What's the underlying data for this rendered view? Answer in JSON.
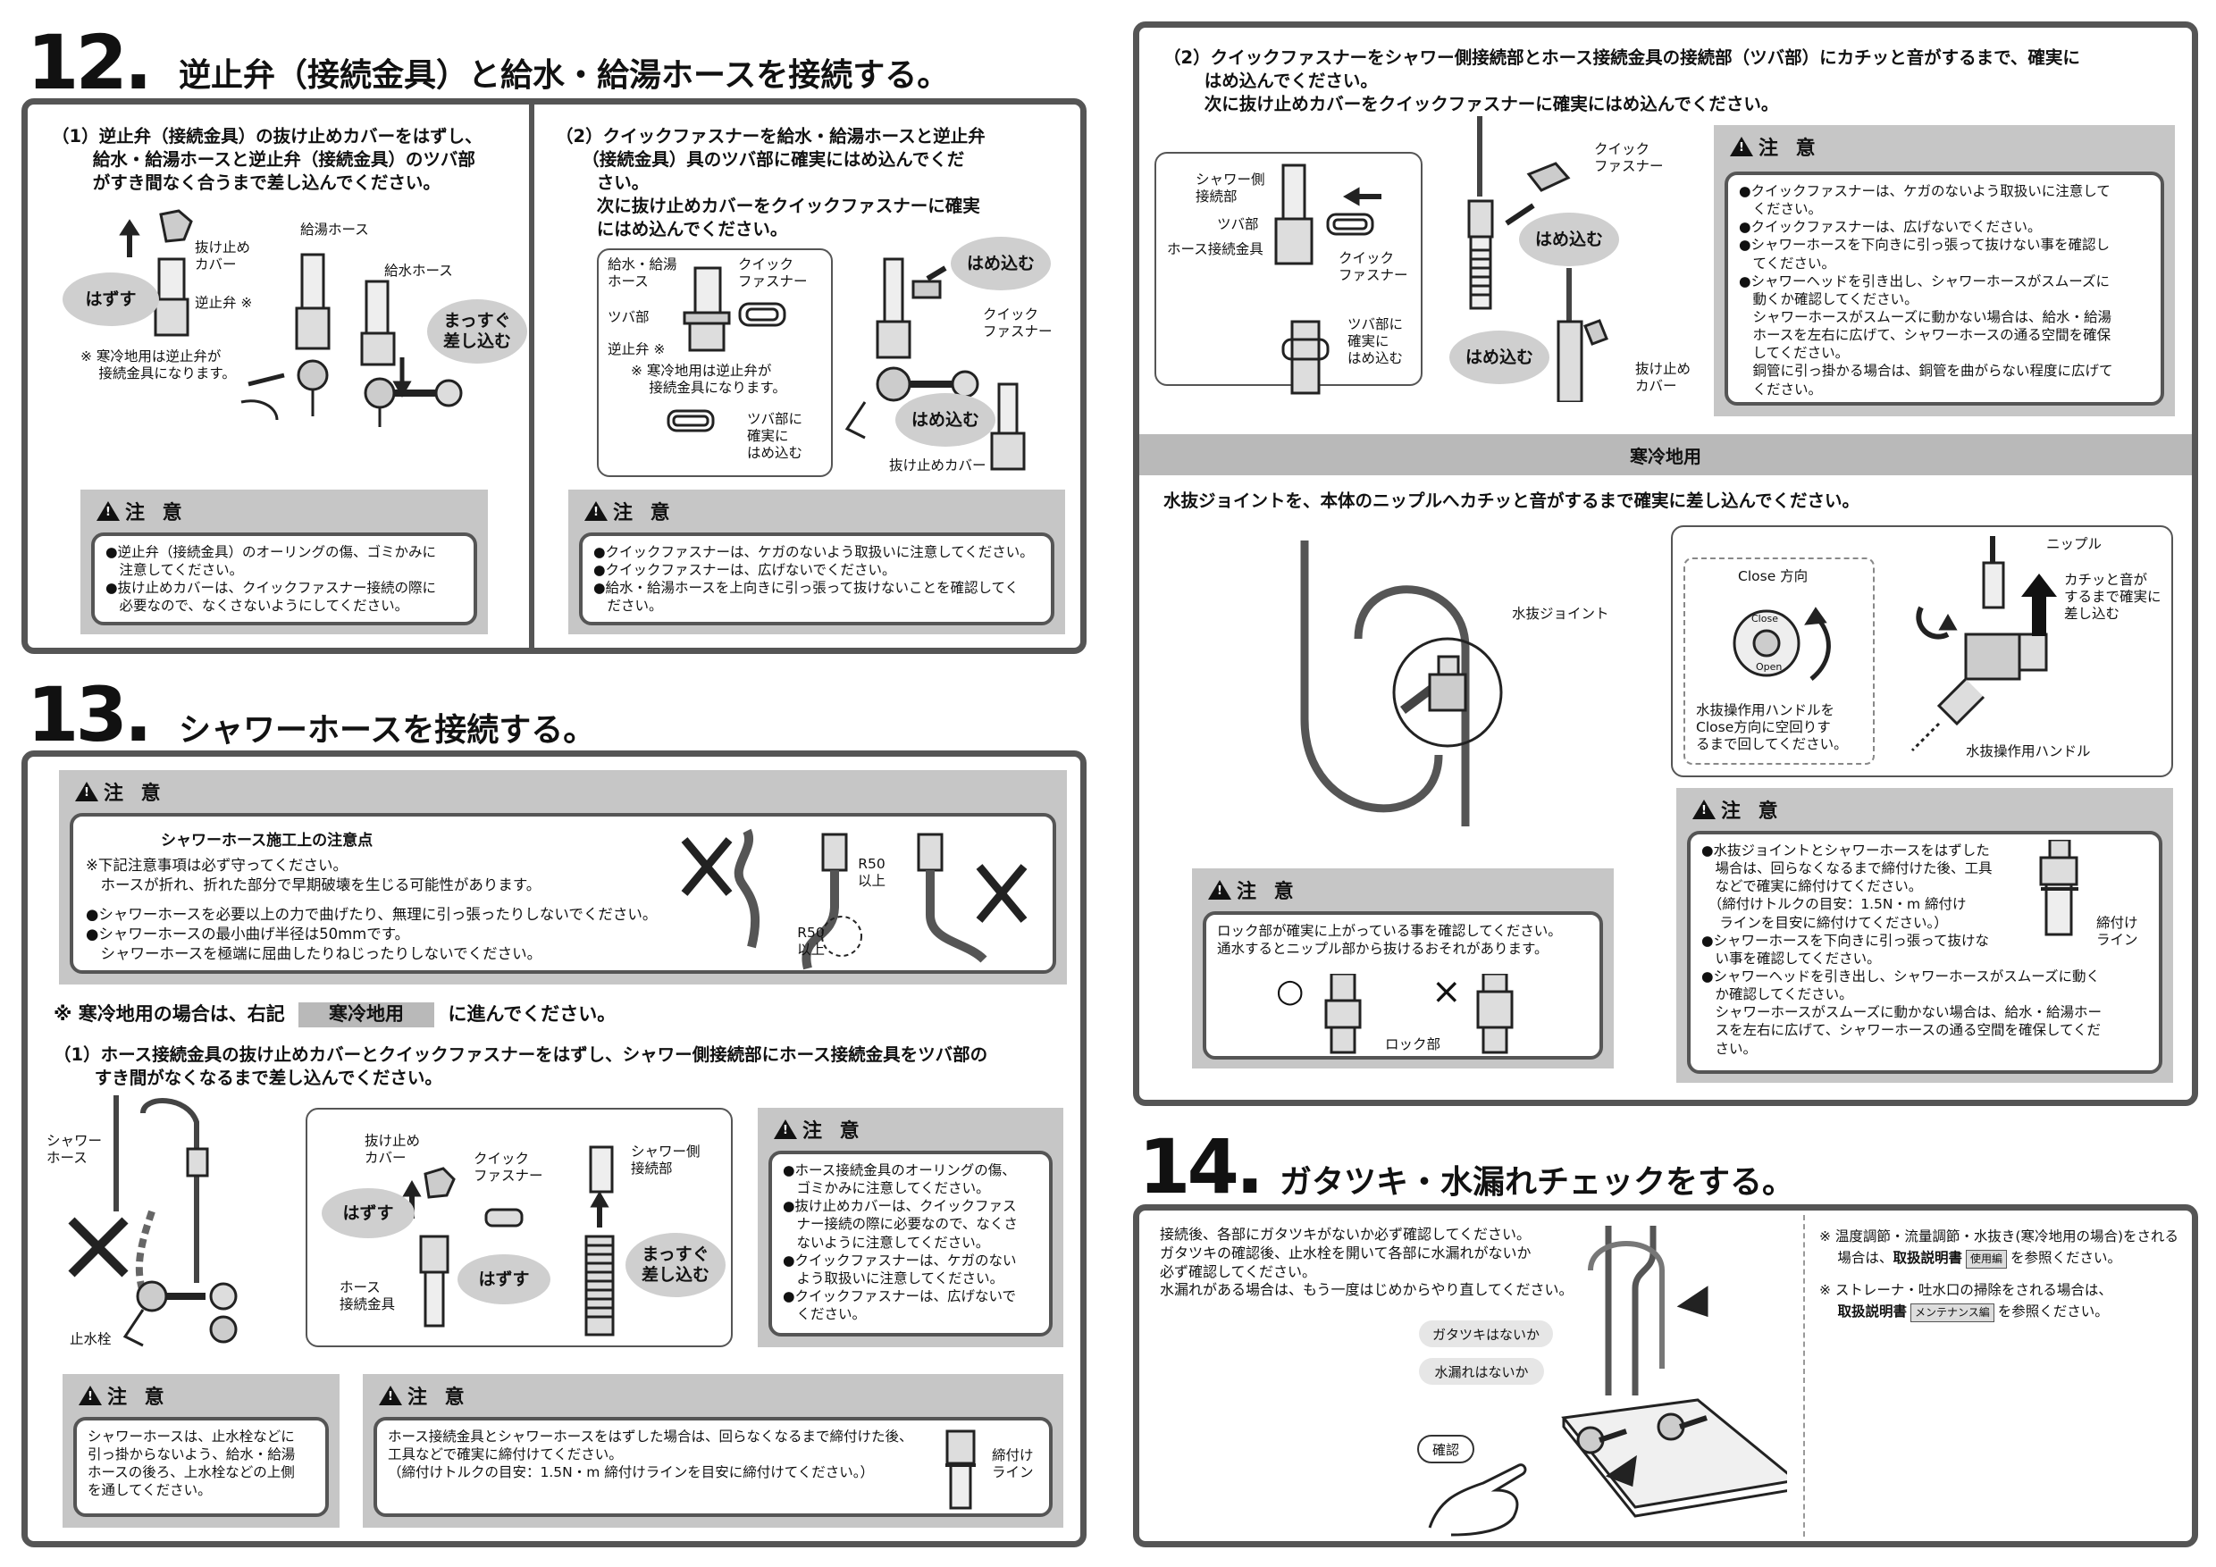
{
  "step12": {
    "number": "12",
    "title": "逆止弁（接続金具）と給水・給湯ホースを接続する。",
    "sub1": "（1）逆止弁（接続金具）の抜け止めカバーをはずし、\n　　 給水・給湯ホースと逆止弁（接続金具）のツバ部\n　　 がすき間なく合うまで差し込んでください。",
    "sub1_labels": {
      "cover": "抜け止め\nカバー",
      "valve": "逆止弁 ※",
      "hot": "給湯ホース",
      "cold": "給水ホース",
      "remove": "はずす",
      "insert": "まっすぐ\n差し込む",
      "note": "※ 寒冷地用は逆止弁が\n　 接続金具になります。"
    },
    "sub2": "（2）クイックファスナーを給水・給湯ホースと逆止弁\n　　（接続金具）具のツバ部に確実にはめ込んでくだ\n　　 さい。\n　　 次に抜け止めカバーをクイックファスナーに確実\n　　 にはめ込んでください。",
    "sub2_labels": {
      "hose": "給水・給湯\nホース",
      "tsuba": "ツバ部",
      "valve": "逆止弁 ※",
      "qf": "クイック\nファスナー",
      "note": "※ 寒冷地用は逆止弁が\n　 接続金具になります。",
      "fit": "ツバ部に\n確実に\nはめ込む",
      "hamekomu1": "はめ込む",
      "hamekomu2": "はめ込む",
      "qf2": "クイック\nファスナー",
      "cover": "抜け止めカバー"
    },
    "caution_label": "注 意",
    "caution1": [
      "●逆止弁（接続金具）のオーリングの傷、ゴミかみに\n　注意してください。",
      "●抜け止めカバーは、クイックファスナー接続の際に\n　必要なので、なくさないようにしてください。"
    ],
    "caution2": [
      "●クイックファスナーは、ケガのないよう取扱いに注意してください。",
      "●クイックファスナーは、広げないでください。",
      "●給水・給湯ホースを上向きに引っ張って抜けないことを確認してく\n　ださい。"
    ]
  },
  "step13": {
    "number": "13",
    "title": "シャワーホースを接続する。",
    "caution_label": "注 意",
    "caution_title": "シャワーホース施工上の注意点",
    "caution_lines": [
      "※下記注意事項は必ず守ってください。",
      "　ホースが折れ、折れた部分で早期破壊を生じる可能性があります。",
      "●シャワーホースを必要以上の力で曲げたり、無理に引っ張ったりしないでください。",
      "●シャワーホースの最小曲げ半径は50mmです。",
      "　シャワーホースを極端に屈曲したりねじったりしないでください。"
    ],
    "r50a": "R50\n以上",
    "r50b": "R50\n以上",
    "cold_note_pre": "※ 寒冷地用の場合は、右記",
    "cold_note_tag": "寒冷地用",
    "cold_note_post": "に進んでください。",
    "sub1": "（1）ホース接続金具の抜け止めカバーとクイックファスナーをはずし、シャワー側接続部にホース接続金具をツバ部の\n　　 すき間がなくなるまで差し込んでください。",
    "labels": {
      "shower_hose": "シャワー\nホース",
      "stop_valve": "止水栓",
      "cover": "抜け止め\nカバー",
      "qf": "クイック\nファスナー",
      "remove1": "はずす",
      "remove2": "はずす",
      "fitting": "ホース\n接続金具",
      "shower_side": "シャワー側\n接続部",
      "insert": "まっすぐ\n差し込む"
    },
    "caution_b": [
      "●ホース接続金具のオーリングの傷、\n　ゴミかみに注意してください。",
      "●抜け止めカバーは、クイックファス\n　ナー接続の際に必要なので、なくさ\n　ないように注意してください。",
      "●クイックファスナーは、ケガのない\n　よう取扱いに注意してください。",
      "●クイックファスナーは、広げないで\n　ください。"
    ],
    "caution_c": "シャワーホースは、止水栓などに\n引っ掛からないよう、給水・給湯\nホースの後ろ、上水栓などの上側\nを通してください。",
    "caution_d": "ホース接続金具とシャワーホースをはずした場合は、回らなくなるまで締付けた後、\n工具などで確実に締付けてください。\n（締付けトルクの目安：1.5N・m 締付けラインを目安に締付けてください。）",
    "tighten": "締付け\nライン"
  },
  "right_top": {
    "sub2": "（2）クイックファスナーをシャワー側接続部とホース接続金具の接続部（ツバ部）にカチッと音がするまで、確実に\n　　 はめ込んでください。\n　　 次に抜け止めカバーをクイックファスナーに確実にはめ込んでください。",
    "labels": {
      "shower_side": "シャワー側\n接続部",
      "tsuba": "ツバ部",
      "fitting": "ホース接続金具",
      "qf": "クイック\nファスナー",
      "fit": "ツバ部に\n確実に\nはめ込む",
      "qf2": "クイック\nファスナー",
      "hamekomu1": "はめ込む",
      "hamekomu2": "はめ込む",
      "cover": "抜け止め\nカバー"
    },
    "caution_label": "注 意",
    "caution": [
      "●クイックファスナーは、ケガのないよう取扱いに注意して\n　ください。",
      "●クイックファスナーは、広げないでください。",
      "●シャワーホースを下向きに引っ張って抜けない事を確認し\n　てください。",
      "●シャワーヘッドを引き出し、シャワーホースがスムーズに\n　動くか確認してください。\n　シャワーホースがスムーズに動かない場合は、給水・給湯\n　ホースを左右に広げて、シャワーホースの通る空間を確保\n　してください。\n　銅管に引っ掛かる場合は、銅管を曲がらない程度に広げて\n　ください。"
    ]
  },
  "cold_region": {
    "band": "寒冷地用",
    "instruction": "水抜ジョイントを、本体のニップルへカチッと音がするまで確実に差し込んでください。",
    "labels": {
      "joint": "水抜ジョイント",
      "nipple": "ニップル",
      "close_dir": "Close 方向",
      "click": "カチッと音が\nするまで確実に\n差し込む",
      "handle_note": "水抜操作用ハンドルを\nClose方向に空回りす\nるまで回してください。",
      "handle": "水抜操作用ハンドル",
      "dial_top": "Close",
      "dial_bottom": "Open",
      "lock": "ロック部",
      "ok": "○",
      "ng": "×"
    },
    "caution_label": "注 意",
    "caution_lock": "ロック部が確実に上がっている事を確認してください。\n通水するとニップル部から抜けるおそれがあります。",
    "caution_right": [
      "●水抜ジョイントとシャワーホースをはずした\n　場合は、回らなくなるまで締付けた後、工具\n　などで確実に締付けてください。\n　（締付けトルクの目安：1.5N・m 締付け\n　 ラインを目安に締付けてください。）",
      "●シャワーホースを下向きに引っ張って抜けな\n　い事を確認してください。",
      "●シャワーヘッドを引き出し、シャワーホースがスムーズに動く\n　か確認してください。\n　シャワーホースがスムーズに動かない場合は、給水・給湯ホー\n　スを左右に広げて、シャワーホースの通る空間を確保してくだ\n　さい。"
    ],
    "tighten": "締付け\nライン"
  },
  "step14": {
    "number": "14",
    "title": "ガタツキ・水漏れチェックをする。",
    "body": "接続後、各部にガタツキがないか必ず確認してください。\nガタツキの確認後、止水栓を開いて各部に水漏れがないか\n必ず確認してください。\n水漏れがある場合は、もう一度はじめからやり直してください。",
    "bubble1": "ガタツキはないか",
    "bubble2": "水漏れはないか",
    "confirm": "確認",
    "note1_pre": "※ 温度調節・流量調節・水抜き(寒冷地用の場合)をされる\n　 場合は、",
    "note1_bold": "取扱説明書",
    "note1_tag": "使用編",
    "note1_post": "を参照ください。",
    "note2_pre": "※ ストレーナ・吐水口の掃除をされる場合は、\n　 ",
    "note2_bold": "取扱説明書",
    "note2_tag": "メンテナンス編",
    "note2_post": "を参照ください。"
  }
}
